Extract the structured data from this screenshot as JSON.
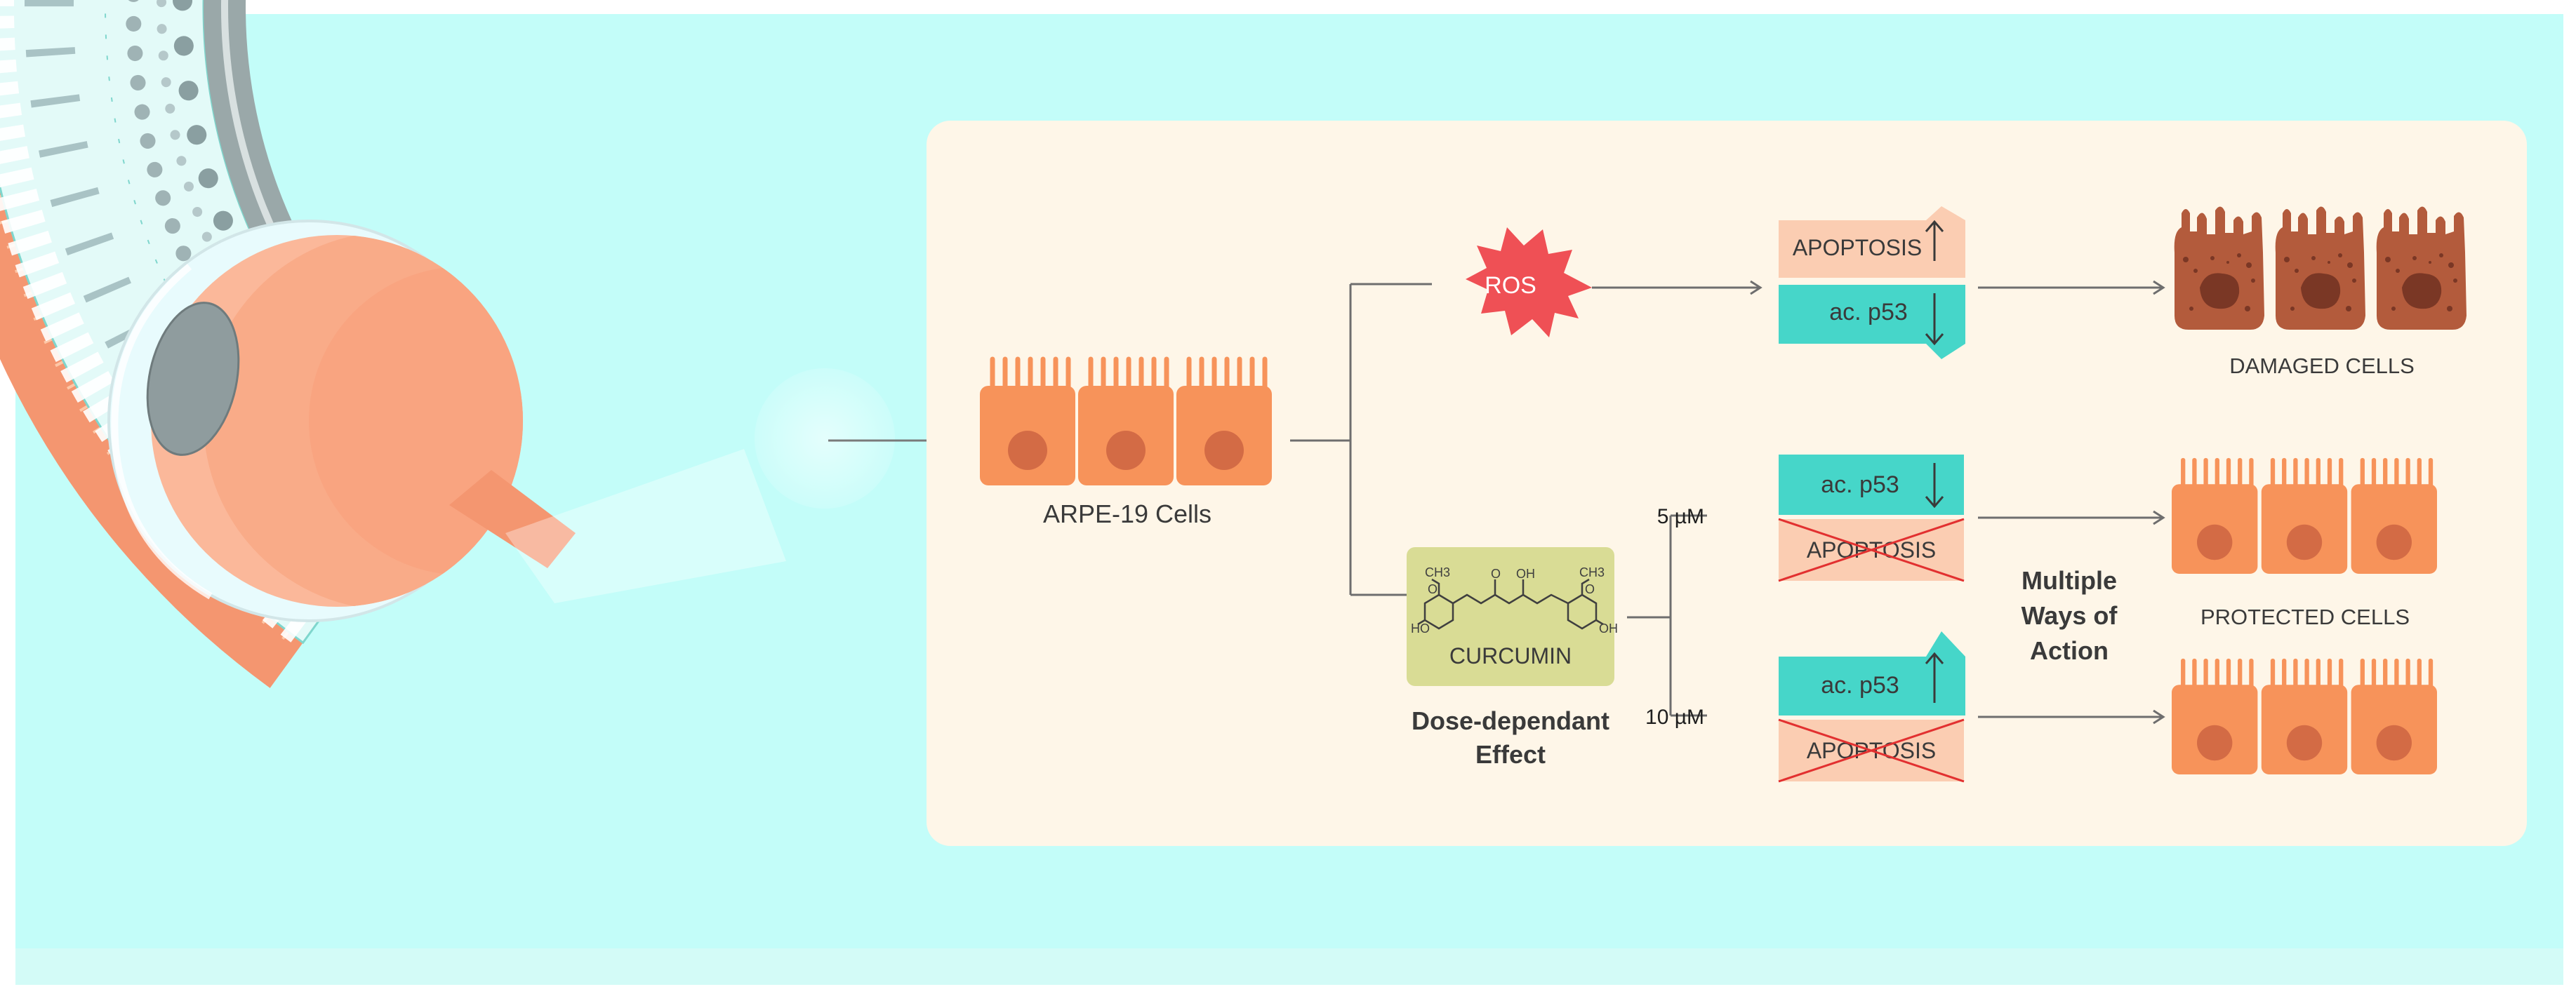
{
  "colors": {
    "background": "#c3fdf9",
    "panel": "#fef6e8",
    "cell_orange": "#f7935a",
    "nucleus": "#d36b45",
    "teal": "#46d6c9",
    "peach": "#fbcdb2",
    "ros_red": "#ef5055",
    "curcumin_box": "#d9dc95",
    "damaged_brown": "#b35b3c",
    "cross_red": "#e23030"
  },
  "diagram": {
    "arpe_label": "ARPE-19 Cells",
    "ros_label": "ROS",
    "apoptosis_top": "APOPTOSIS",
    "p53_top": "ac. p53",
    "damaged_label": "DAMAGED CELLS",
    "curcumin_label": "CURCUMIN",
    "dose_effect_line1": "Dose-dependant",
    "dose_effect_line2": "Effect",
    "dose_5": "5  µM",
    "dose_10": "10 µM",
    "p53_mid": "ac. p53",
    "apoptosis_mid": "APOPTOSIS",
    "p53_bot": "ac. p53",
    "apoptosis_bot": "APOPTOSIS",
    "multiple_line1": "Multiple",
    "multiple_line2": "Ways of",
    "multiple_line3": "Action",
    "protected_label": "PROTECTED CELLS",
    "chem_ch3_left": "CH3",
    "chem_o_left": "O",
    "chem_ho_left": "HO",
    "chem_o_mid": "O",
    "chem_oh_mid": "OH",
    "chem_ch3_right": "CH3",
    "chem_o_right": "O",
    "chem_oh_right": "OH"
  }
}
